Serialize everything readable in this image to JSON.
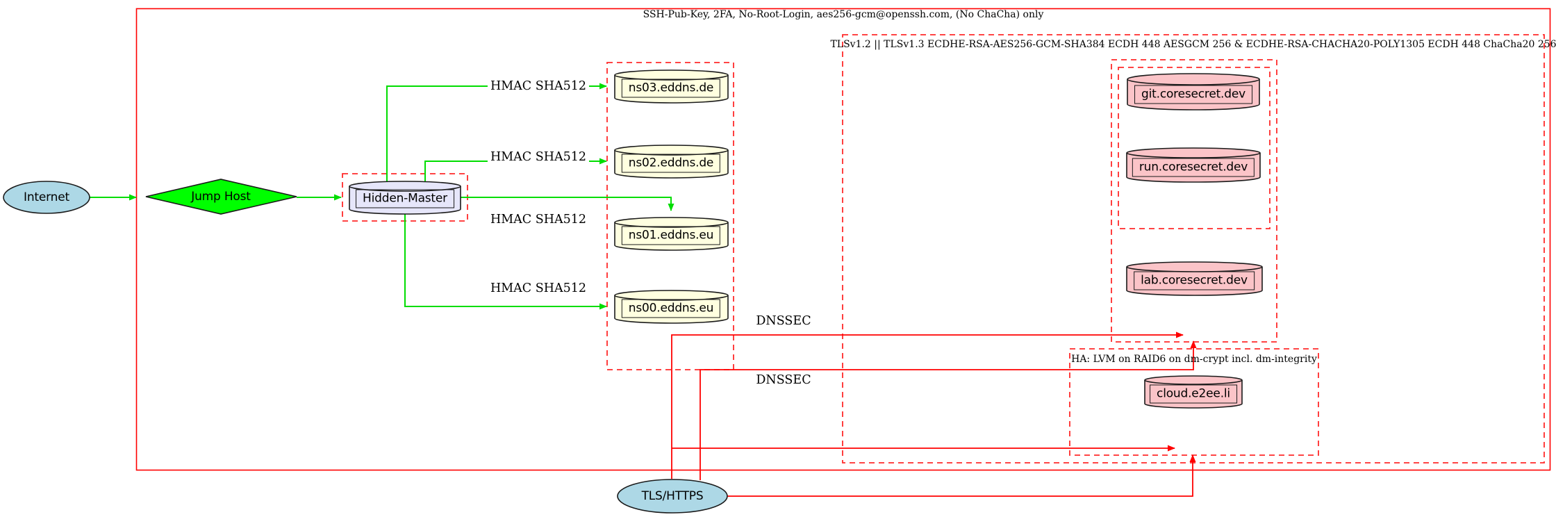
{
  "clusters": {
    "outer": {
      "label": "SSH-Pub-Key, 2FA, No-Root-Login, aes256-gcm@openssh.com, (No ChaCha) only"
    },
    "tls": {
      "label": "TLSv1.2 || TLSv1.3 ECDHE-RSA-AES256-GCM-SHA384 ECDH 448 AESGCM 256 & ECDHE-RSA-CHACHA20-POLY1305 ECDH 448 ChaCha20 256"
    },
    "ha": {
      "label": "HA: LVM on RAID6 on dm-crypt incl. dm-integrity"
    }
  },
  "nodes": {
    "internet": {
      "label": "Internet",
      "shape": "ellipse",
      "fill": "#add8e6"
    },
    "jump_host": {
      "label": "Jump Host",
      "shape": "diamond",
      "fill": "#00ff00"
    },
    "hidden_master": {
      "label": "Hidden-Master",
      "shape": "cylinder",
      "fill": "#e6e6fa"
    },
    "ns03": {
      "label": "ns03.eddns.de",
      "shape": "cylinder",
      "fill": "#ffffe0"
    },
    "ns02": {
      "label": "ns02.eddns.de",
      "shape": "cylinder",
      "fill": "#ffffe0"
    },
    "ns01": {
      "label": "ns01.eddns.eu",
      "shape": "cylinder",
      "fill": "#ffffe0"
    },
    "ns00": {
      "label": "ns00.eddns.eu",
      "shape": "cylinder",
      "fill": "#ffffe0"
    },
    "git": {
      "label": "git.coresecret.dev",
      "shape": "cylinder",
      "fill": "#fbc4c8"
    },
    "run": {
      "label": "run.coresecret.dev",
      "shape": "cylinder",
      "fill": "#fbc4c8"
    },
    "lab": {
      "label": "lab.coresecret.dev",
      "shape": "cylinder",
      "fill": "#fbc4c8"
    },
    "cloud": {
      "label": "cloud.e2ee.li",
      "shape": "cylinder",
      "fill": "#fbc4c8"
    },
    "tls_https": {
      "label": "TLS/HTTPS",
      "shape": "ellipse",
      "fill": "#add8e6"
    }
  },
  "edges": {
    "hmac": "HMAC SHA512",
    "dnssec": "DNSSEC"
  },
  "colors": {
    "edge_green": "#00dd00",
    "edge_red": "#ff0000",
    "cluster_border_red": "#ff2a2a",
    "node_outline": "#1a1a1a"
  }
}
